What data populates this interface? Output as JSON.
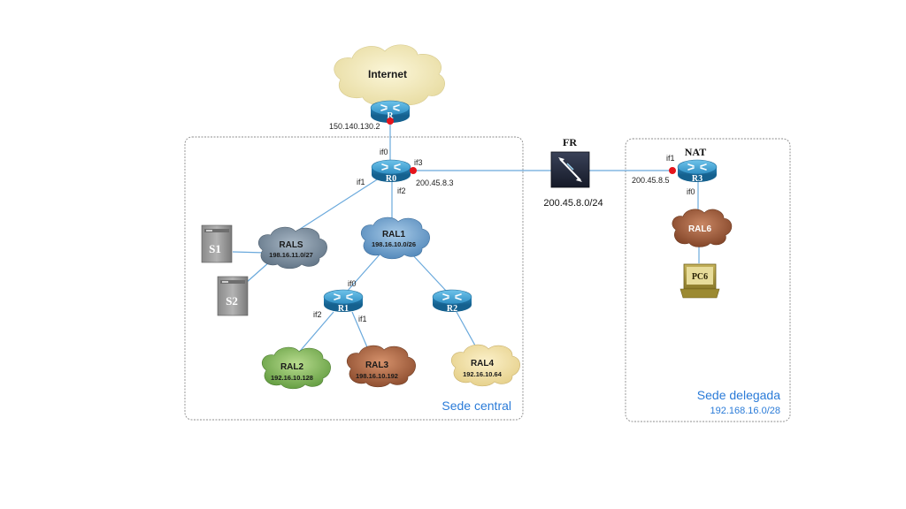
{
  "internet": {
    "label": "Internet"
  },
  "routers": {
    "r": {
      "label": "R",
      "ip": "150.140.130.2"
    },
    "r0": {
      "label": "R0",
      "if0": "if0",
      "if1": "if1",
      "if2": "if2",
      "if3": "if3",
      "ip": "200.45.8.3"
    },
    "r1": {
      "label": "R1",
      "if0": "if0",
      "if1": "if1",
      "if2": "if2"
    },
    "r2": {
      "label": "R2"
    },
    "r3": {
      "label": "R3",
      "if0": "if0",
      "if1": "if1",
      "ip": "200.45.8.5",
      "nat": "NAT"
    }
  },
  "fr": {
    "label": "FR",
    "network": "200.45.8.0/24"
  },
  "clouds": {
    "rals": {
      "name": "RALS",
      "net": "198.16.11.0/27"
    },
    "ral1": {
      "name": "RAL1",
      "net": "198.16.10.0/26"
    },
    "ral2": {
      "name": "RAL2",
      "net": "192.16.10.128"
    },
    "ral3": {
      "name": "RAL3",
      "net": "198.16.10.192"
    },
    "ral4": {
      "name": "RAL4",
      "net": "192.16.10.64"
    },
    "ral6": {
      "name": "RAL6"
    }
  },
  "servers": {
    "s1": "S1",
    "s2": "S2"
  },
  "pc6": "PC6",
  "sites": {
    "central": {
      "name": "Sede central"
    },
    "delegada": {
      "name": "Sede delegada",
      "net": "192.168.16.0/28"
    }
  },
  "colors": {
    "link": "#6aa9dc",
    "interface_dot": "#e5141b",
    "site_text": "#2a7bd8"
  }
}
